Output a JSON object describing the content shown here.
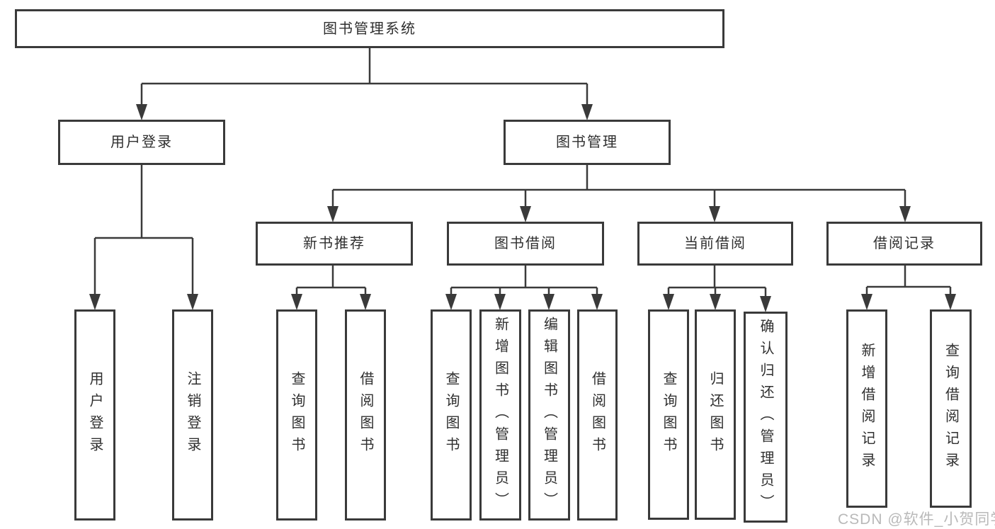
{
  "tree": {
    "root": {
      "label": "图书管理系统"
    },
    "children": [
      {
        "label": "用户登录",
        "leaves": [
          {
            "label": "用户登录"
          },
          {
            "label": "注销登录"
          }
        ]
      },
      {
        "label": "图书管理",
        "children": [
          {
            "label": "新书推荐",
            "leaves": [
              {
                "label": "查询图书"
              },
              {
                "label": "借阅图书"
              }
            ]
          },
          {
            "label": "图书借阅",
            "leaves": [
              {
                "label": "查询图书"
              },
              {
                "label": "新增图书（管理员）"
              },
              {
                "label": "编辑图书（管理员）"
              },
              {
                "label": "借阅图书"
              }
            ]
          },
          {
            "label": "当前借阅",
            "leaves": [
              {
                "label": "查询图书"
              },
              {
                "label": "归还图书"
              },
              {
                "label": "确认归还（管理员）"
              }
            ]
          },
          {
            "label": "借阅记录",
            "leaves": [
              {
                "label": "新增借阅记录"
              },
              {
                "label": "查询借阅记录"
              }
            ]
          }
        ]
      }
    ]
  },
  "watermark": {
    "text": "CSDN @软件_小贺同学",
    "color": "#b9b9b9"
  },
  "colors": {
    "line": "#3a3a3a",
    "text": "#2f2f2f",
    "background": "#ffffff",
    "box_background": "#ffffff"
  }
}
